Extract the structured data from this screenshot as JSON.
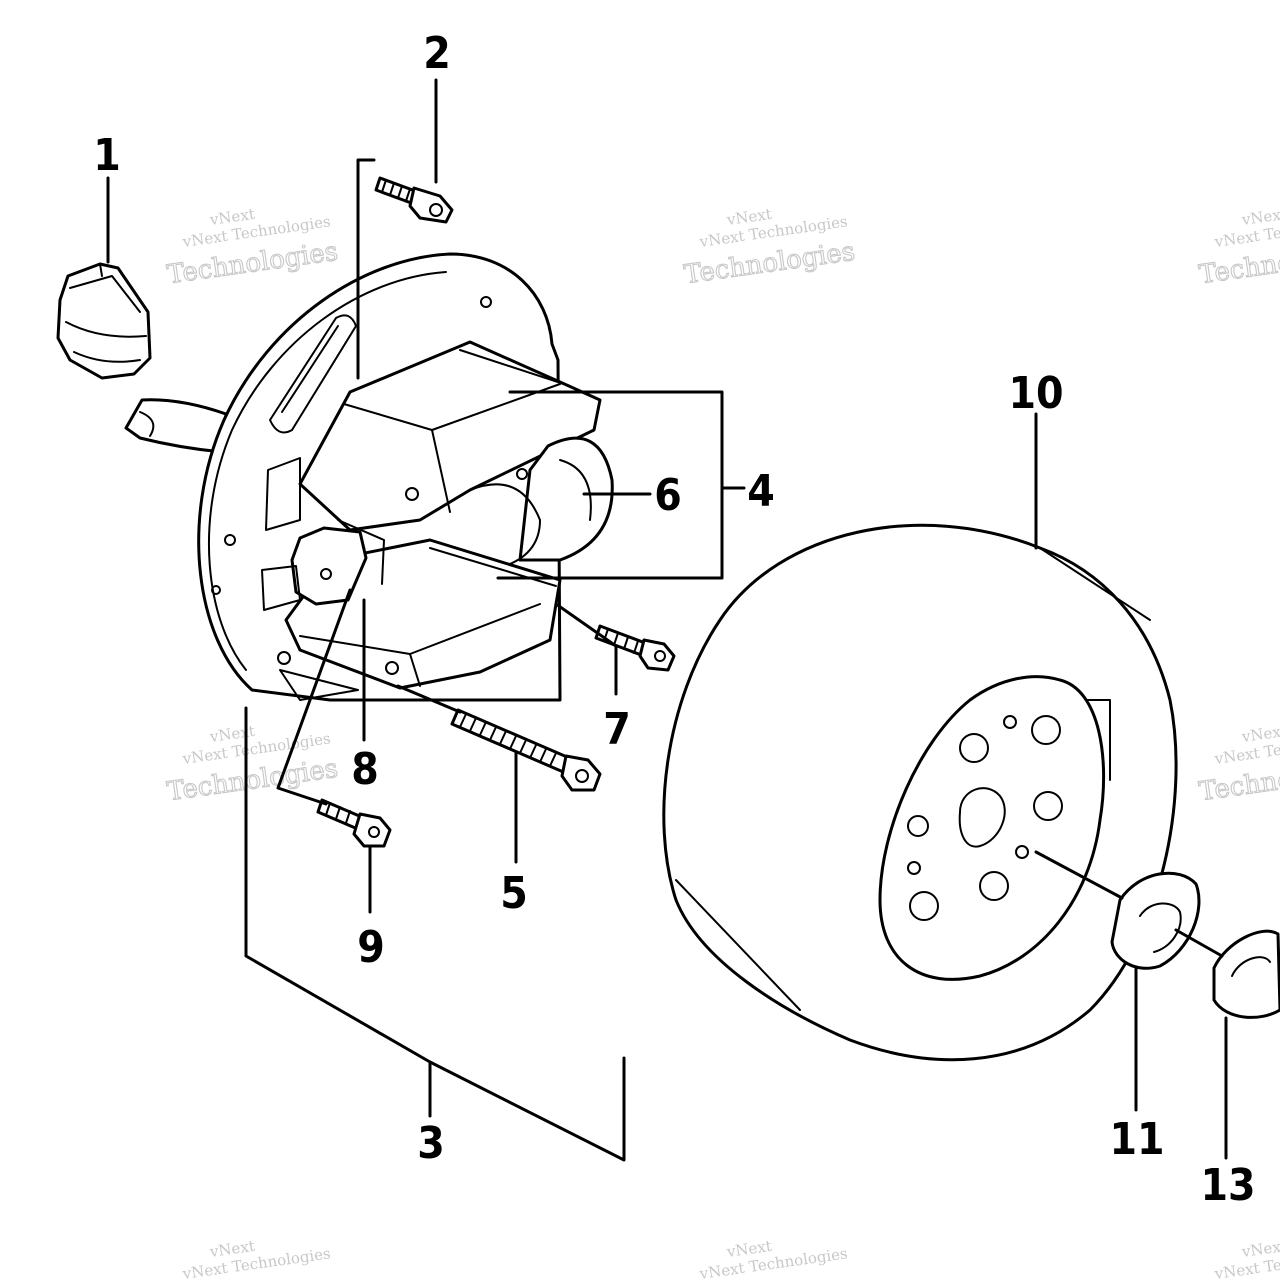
{
  "callouts": {
    "c1": "1",
    "c2": "2",
    "c3": "3",
    "c4": "4",
    "c5": "5",
    "c6": "6",
    "c7": "7",
    "c8": "8",
    "c9": "9",
    "c10": "10",
    "c11": "11",
    "c13": "13"
  },
  "watermark": {
    "line_top": "vNext",
    "line_mid": "vNext Technologies",
    "line_big": "Technologies"
  }
}
